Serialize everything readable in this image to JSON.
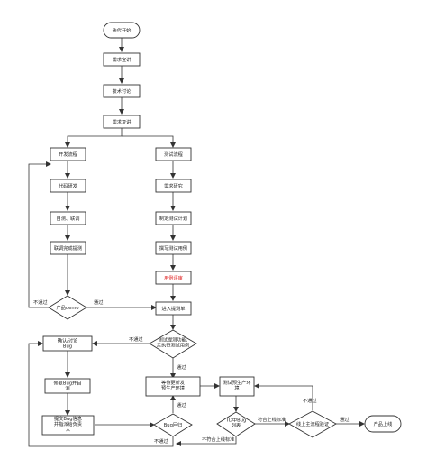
{
  "nodes": {
    "start": "迭代开始",
    "req_prep": "需求宣讲",
    "tech_disc": "技术讨论",
    "req_review": "需求复讲",
    "dev_flow": "开发流程",
    "code_dev": "代码研发",
    "selftest": "自测、联调",
    "joint_done": "联调完成提测",
    "prod_demo": "产品demo",
    "test_flow": "测试流程",
    "req_research": "需求研究",
    "test_plan": "制定测试计划",
    "write_cases": "撰写测试用例",
    "case_review": "用例评审",
    "enter_test": "进入提测单",
    "test_check": "测试提测功能,\n走执行测试用例",
    "wait_env": "等待更新发\n预生产环境",
    "env_test": "测试预生产环\n境",
    "confirm_bug": "确认/讨论\nBug",
    "fix_bug": "修复Bug并自\n测",
    "submit_bug": "提交Bug信息\n并指派给负责\n人",
    "bug_return": "Bug回归",
    "td_bug": "TD中Bug\n列表",
    "online_verify": "线上主流程验证",
    "launch": "产品上线"
  },
  "edge_labels": {
    "demo_fail": "不通过",
    "demo_pass": "通过",
    "check_fail": "不通过",
    "check_pass": "通过",
    "return_pass": "通过",
    "return_fail": "不通过",
    "td_ok": "符合上线标准",
    "td_not_ok": "不符合上线标准",
    "verify_pass": "通过",
    "verify_fail": "不通过"
  },
  "colors": {
    "line": "#333333",
    "review_text": "#e02020"
  }
}
